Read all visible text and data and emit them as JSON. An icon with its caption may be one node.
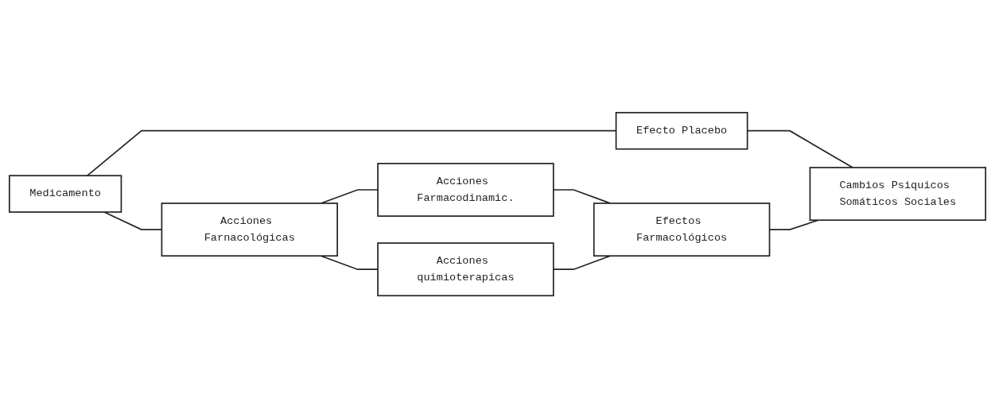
{
  "diagram": {
    "nodes": [
      {
        "text": [
          "Medicamento"
        ]
      },
      {
        "text": [
          "Efecto Placebo"
        ]
      },
      {
        "text": [
          "Acciones Farnacológicas"
        ]
      },
      {
        "text": [
          "Acciones Farmacodinamic."
        ]
      },
      {
        "text": [
          "Acciones quimioterapicas"
        ]
      },
      {
        "text": [
          "Efectos Farmacológicos"
        ]
      },
      {
        "text": [
          "Cambios Psiquicos Somáticos Sociales"
        ]
      }
    ],
    "edges": [
      {
        "from": 0,
        "to": 1,
        "arrow": "none"
      },
      {
        "from": 0,
        "to": 2,
        "arrow": "none"
      },
      {
        "from": 2,
        "to": 3,
        "arrow": "none"
      },
      {
        "from": 2,
        "to": 4,
        "arrow": "none"
      },
      {
        "from": 3,
        "to": 5,
        "arrow": "none"
      },
      {
        "from": 4,
        "to": 5,
        "arrow": "none"
      },
      {
        "from": 1,
        "to": 6,
        "arrow": "none"
      },
      {
        "from": 5,
        "to": 6,
        "arrow": "none"
      }
    ]
  }
}
